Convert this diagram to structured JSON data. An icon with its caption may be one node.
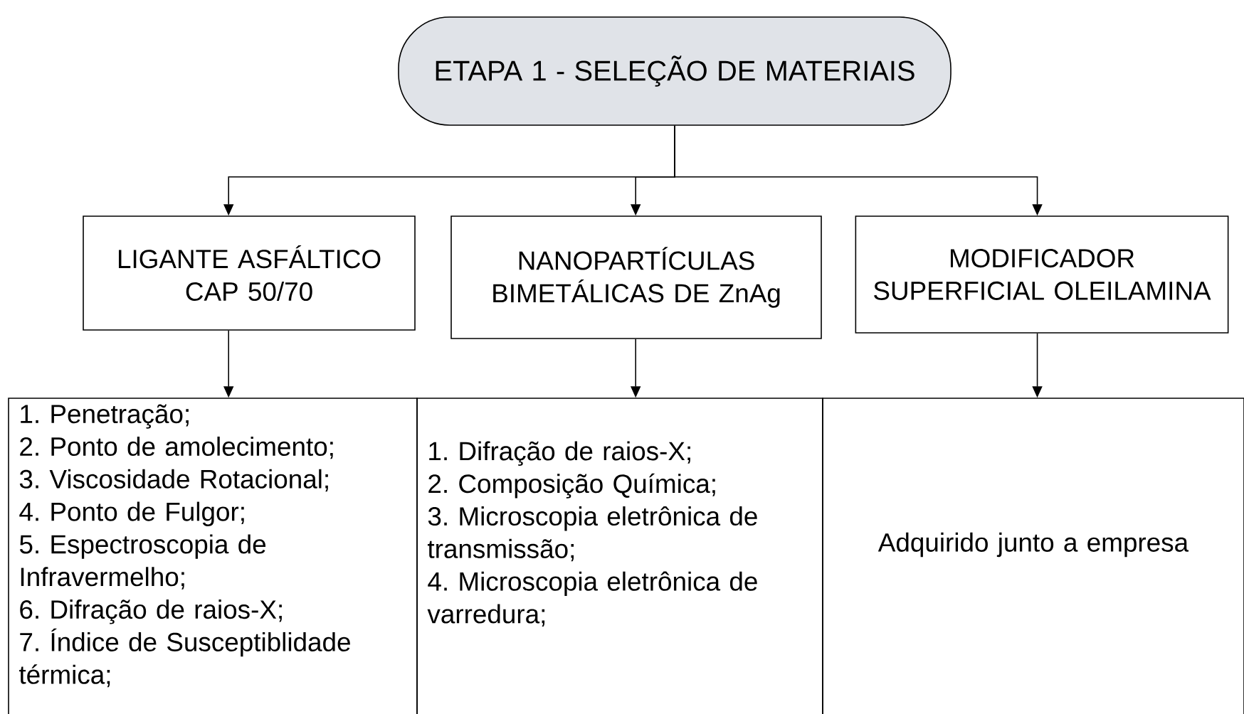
{
  "diagram": {
    "nodes": [
      {
        "text": [
          "ETAPA 1 - SELEÇÃO DE MATERIAIS"
        ]
      },
      {
        "text": [
          "LIGANTE ASFÁLTICO CAP 50/70"
        ]
      },
      {
        "text": [
          "NANOPARTÍCULAS BIMETÁLICAS DE ZnAg"
        ]
      },
      {
        "text": [
          "MODIFICADOR SUPERFICIAL OLEILAMINA"
        ]
      },
      {
        "text": [
          "1. Penetração;",
          "2. Ponto de amolecimento;",
          "3. Viscosidade Rotacional;",
          "4. Ponto de Fulgor;",
          "5. Espectroscopia de Infravermelho;",
          "6. Difração de raios-X;",
          "7. Índice de Susceptiblidade térmica;"
        ]
      },
      {
        "text": [
          "1. Difração de raios-X;",
          "2. Composição Química;",
          "3. Microscopia eletrônica de transmissão;",
          "4. Microscopia eletrônica de varredura;"
        ]
      },
      {
        "text": [
          "Adquirido junto a empresa"
        ]
      }
    ],
    "edges": [
      {
        "from": 0,
        "to": 1,
        "arrow": "to"
      },
      {
        "from": 0,
        "to": 2,
        "arrow": "to"
      },
      {
        "from": 0,
        "to": 3,
        "arrow": "to"
      },
      {
        "from": 1,
        "to": 4,
        "arrow": "to"
      },
      {
        "from": 2,
        "to": 5,
        "arrow": "to"
      },
      {
        "from": 3,
        "to": 6,
        "arrow": "to"
      }
    ]
  }
}
